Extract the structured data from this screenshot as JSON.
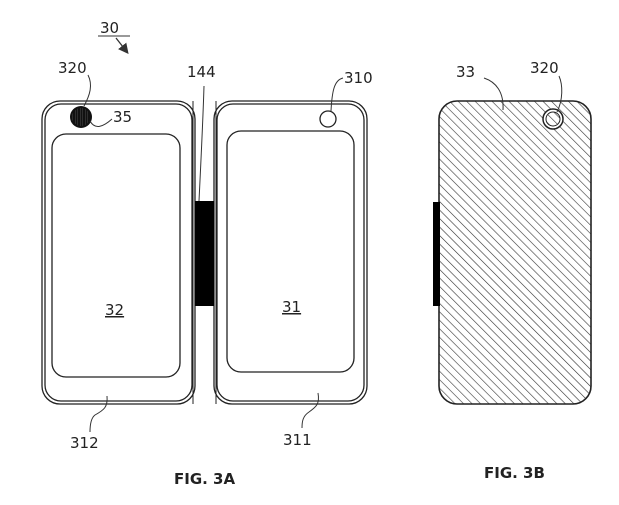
{
  "figure": {
    "type": "patent-drawing",
    "figures": [
      {
        "id": "fig-3a",
        "caption": "FIG. 3A",
        "assembly_label": "30",
        "labels": {
          "camera": "320",
          "camera_region": "35",
          "hinge": "144",
          "front_sensor": "310",
          "left_screen": "32",
          "right_screen": "31",
          "left_panel": "312",
          "right_panel": "311"
        }
      },
      {
        "id": "fig-3b",
        "caption": "FIG. 3B",
        "labels": {
          "back_cover": "33",
          "camera": "320"
        }
      }
    ]
  },
  "colors": {
    "line": "#222222",
    "fill": "#000000",
    "background": "#ffffff"
  }
}
